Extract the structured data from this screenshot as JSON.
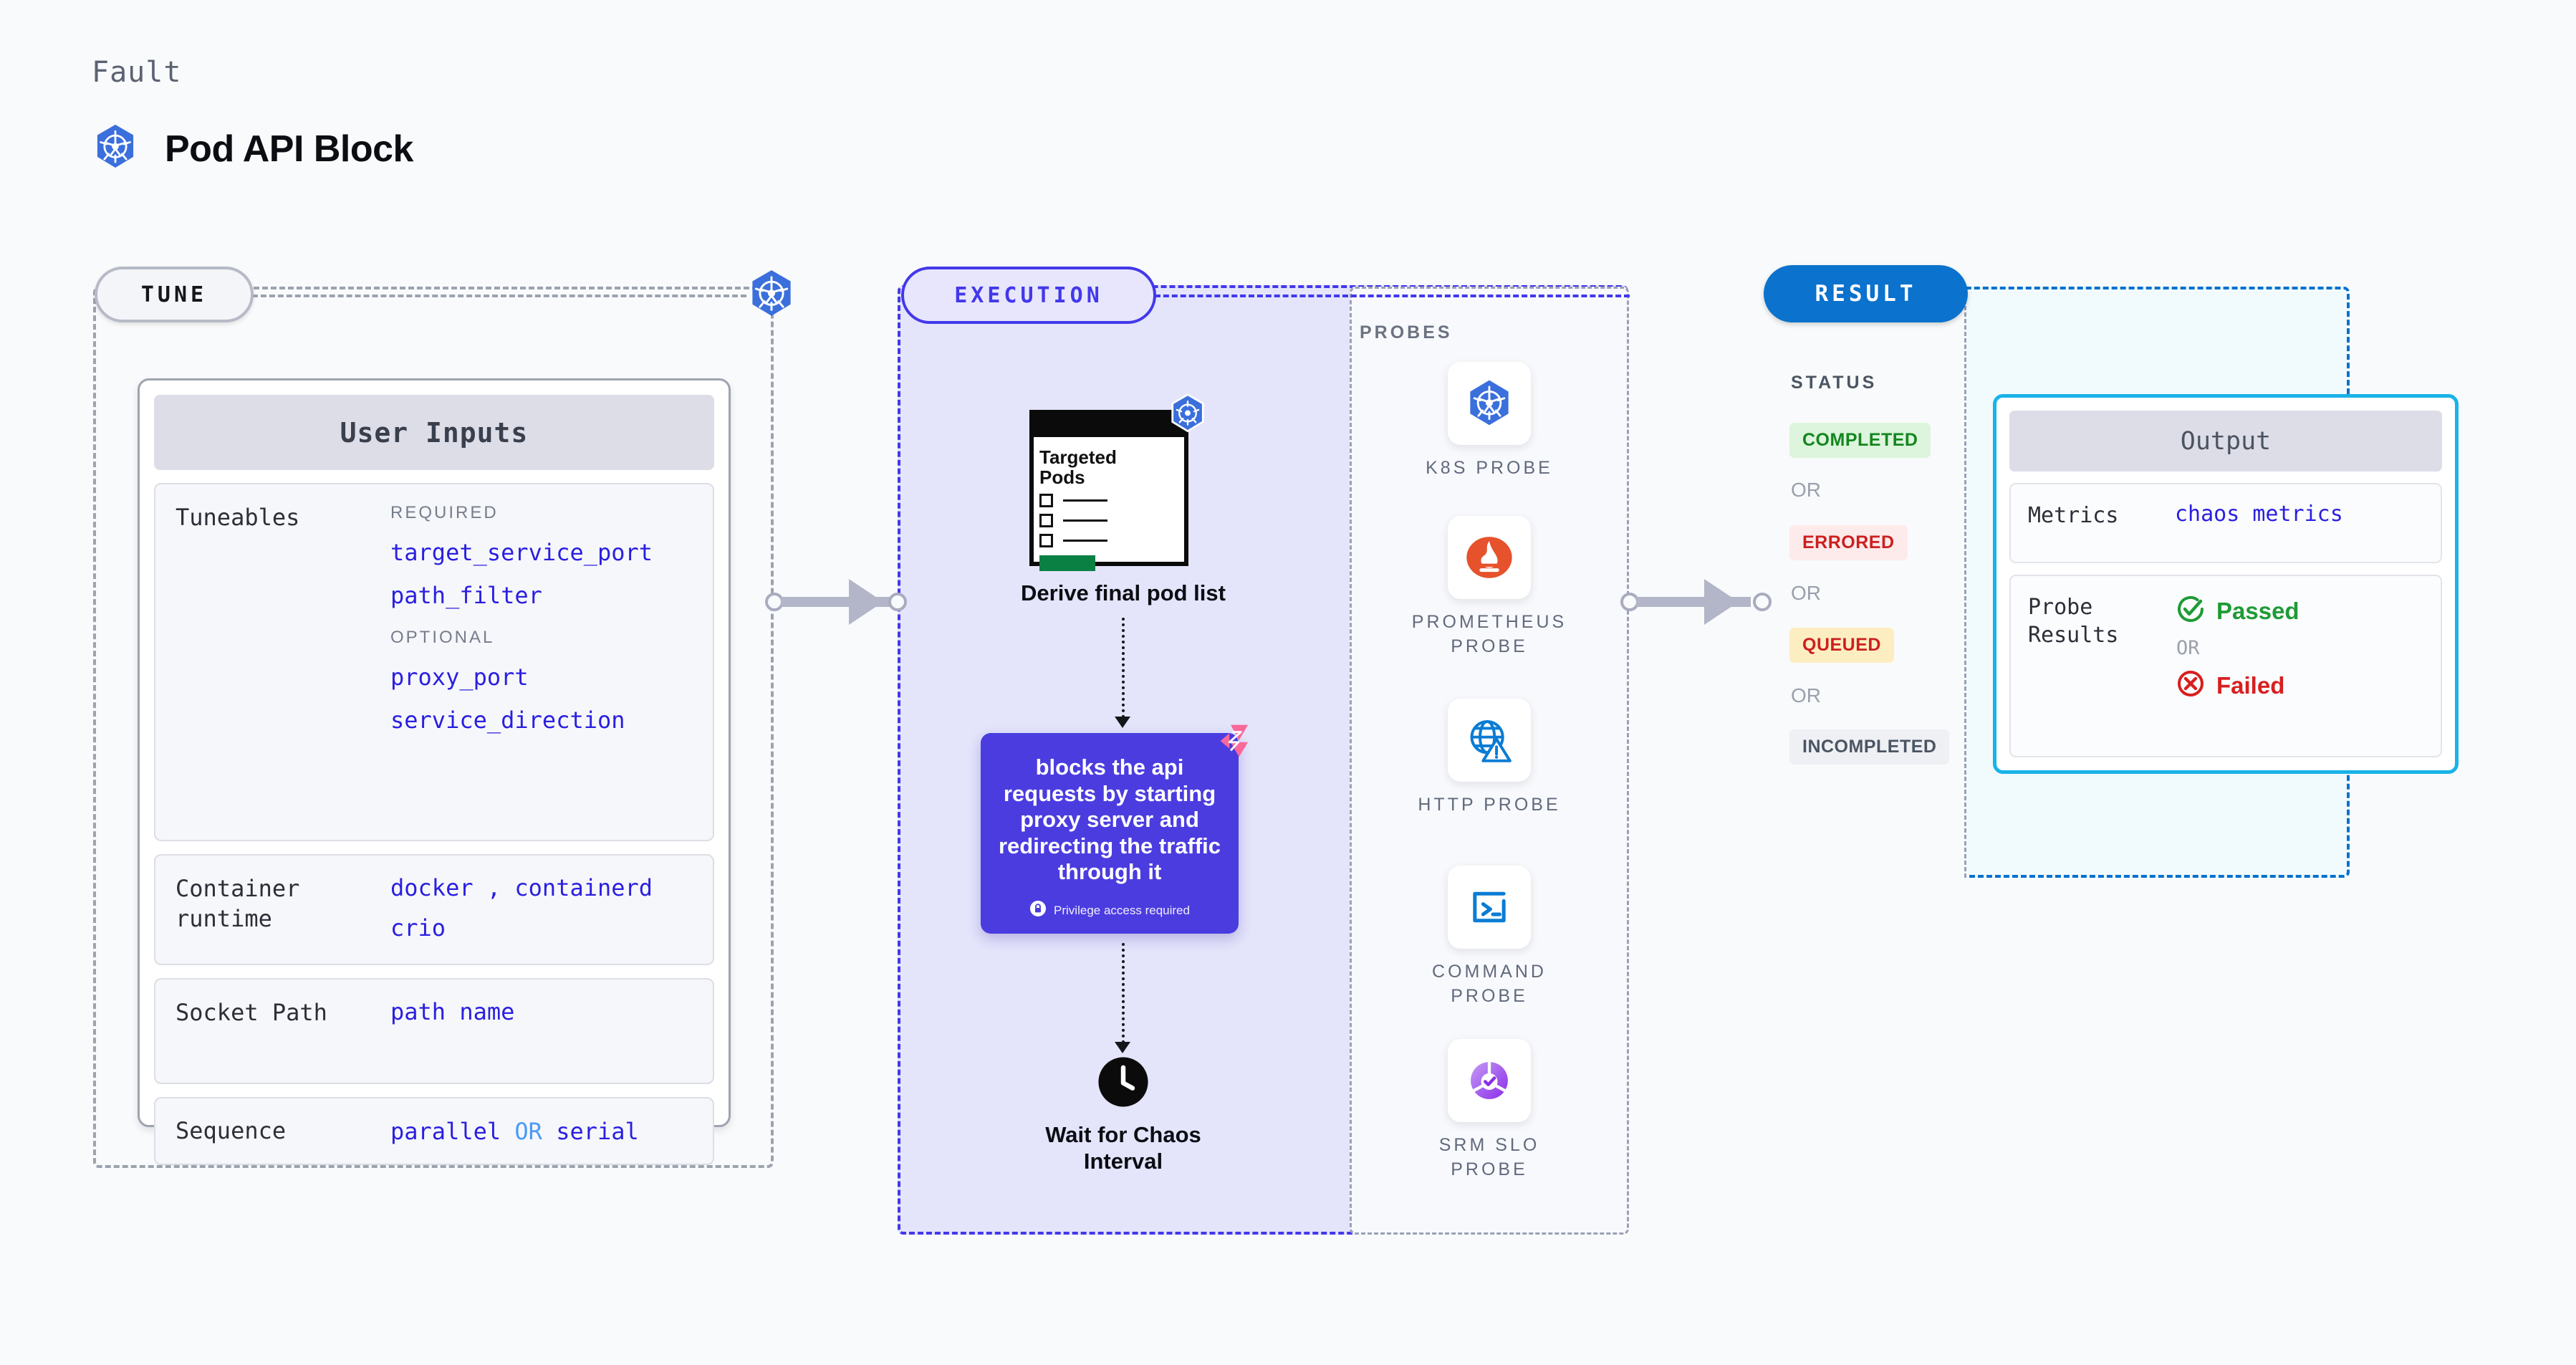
{
  "header": {
    "eyebrow": "Fault",
    "title": "Pod API Block",
    "icon": "kubernetes-icon"
  },
  "tune": {
    "pill_label": "TUNE",
    "badge_icon": "kubernetes-icon",
    "card_title": "User Inputs",
    "rows": [
      {
        "label": "Tuneables",
        "groups": [
          {
            "heading": "REQUIRED",
            "items": [
              "target_service_port",
              "path_filter"
            ]
          },
          {
            "heading": "OPTIONAL",
            "items": [
              "proxy_port",
              "service_direction"
            ]
          }
        ]
      },
      {
        "label": "Container runtime",
        "values_line1": [
          "docker",
          "containerd"
        ],
        "separator": ",",
        "values_line2": [
          "crio"
        ]
      },
      {
        "label": "Socket Path",
        "value": "path name"
      },
      {
        "label": "Sequence",
        "value_a": "parallel",
        "conjunction": "OR",
        "value_b": "serial"
      }
    ]
  },
  "execution": {
    "pill_label": "EXECUTION",
    "pods_card": {
      "title_line1": "Targeted",
      "title_line2": "Pods",
      "badge_icon": "kubernetes-icon",
      "checkbox_rows": 3
    },
    "derive_label": "Derive final pod list",
    "fault_card": {
      "text": "blocks the api requests by starting proxy server and redirecting the traffic through it",
      "privilege_note": "Privilege access required",
      "privilege_icon": "lock-icon",
      "brand_icon": "harness-icon",
      "bg_color": "#4b3ce0"
    },
    "wait_node": {
      "icon": "clock-icon",
      "label_line1": "Wait for Chaos",
      "label_line2": "Interval"
    },
    "probes": {
      "title": "PROBES",
      "items": [
        {
          "label": "K8S PROBE",
          "icon": "kubernetes-icon"
        },
        {
          "label": "PROMETHEUS PROBE",
          "icon": "prometheus-icon"
        },
        {
          "label": "HTTP PROBE",
          "icon": "http-globe-icon"
        },
        {
          "label": "COMMAND PROBE",
          "icon": "terminal-icon"
        },
        {
          "label": "SRM SLO PROBE",
          "icon": "srm-slo-icon"
        }
      ]
    }
  },
  "result": {
    "pill_label": "RESULT",
    "status_title": "STATUS",
    "or_label": "OR",
    "statuses": [
      {
        "label": "COMPLETED",
        "bg": "#dcf5dc",
        "fg": "#14861f"
      },
      {
        "label": "ERRORED",
        "bg": "#fdeaea",
        "fg": "#cc2020"
      },
      {
        "label": "QUEUED",
        "bg": "#fdeec1",
        "fg": "#cc2020"
      },
      {
        "label": "INCOMPLETED",
        "bg": "#eff0f4",
        "fg": "#4b5563"
      }
    ],
    "output": {
      "title": "Output",
      "metrics_label": "Metrics",
      "metrics_value": "chaos metrics",
      "probe_results_label": "Probe Results",
      "passed_label": "Passed",
      "failed_label": "Failed",
      "or_label": "OR",
      "passed_icon": "check-circle-icon",
      "failed_icon": "x-circle-icon",
      "border_color": "#18b3e8"
    }
  },
  "connectors": {
    "arrow_icon": "arrow-right-icon"
  }
}
